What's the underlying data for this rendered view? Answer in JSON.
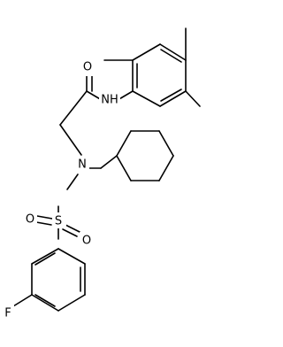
{
  "molecule": {
    "atom_labels": {
      "oxygen_carbonyl": "O",
      "amide_nh": "NH",
      "sulfonamide_n": "N",
      "sulfur": "S",
      "sulfonyl_o_left": "O",
      "sulfonyl_o_right": "O",
      "fluorine": "F"
    }
  },
  "colors": {
    "bond": "#000000",
    "background": "#ffffff"
  }
}
